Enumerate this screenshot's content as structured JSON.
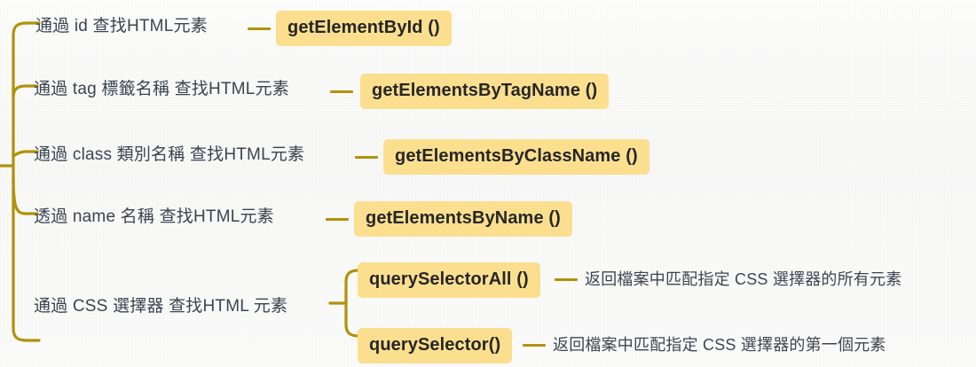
{
  "diagram": {
    "title_semantic": "html-element-lookup-methods-mindmap",
    "colors": {
      "background": "#fbfbfa",
      "brace": "#b0920a",
      "chip_background": "#fbdf8f",
      "chip_text": "#262626",
      "label_text": "#3a4550",
      "description_text": "#3c4651",
      "connector": "#b0920a"
    },
    "rows": [
      {
        "label": "通過 id 查找HTML元素",
        "method": "getElementById ()"
      },
      {
        "label": "通過 tag 標籤名稱 查找HTML元素",
        "method": "getElementsByTagName ()"
      },
      {
        "label": "通過 class 類別名稱 查找HTML元素",
        "method": "getElementsByClassName ()"
      },
      {
        "label": "透過 name 名稱 查找HTML元素",
        "method": "getElementsByName ()"
      },
      {
        "label": "通過 CSS 選擇器 查找HTML 元素",
        "children": [
          {
            "method": "querySelectorAll ()",
            "description": "返回檔案中匹配指定 CSS 選擇器的所有元素"
          },
          {
            "method": "querySelector()",
            "description": "返回檔案中匹配指定 CSS 選擇器的第一個元素"
          }
        ]
      }
    ]
  }
}
